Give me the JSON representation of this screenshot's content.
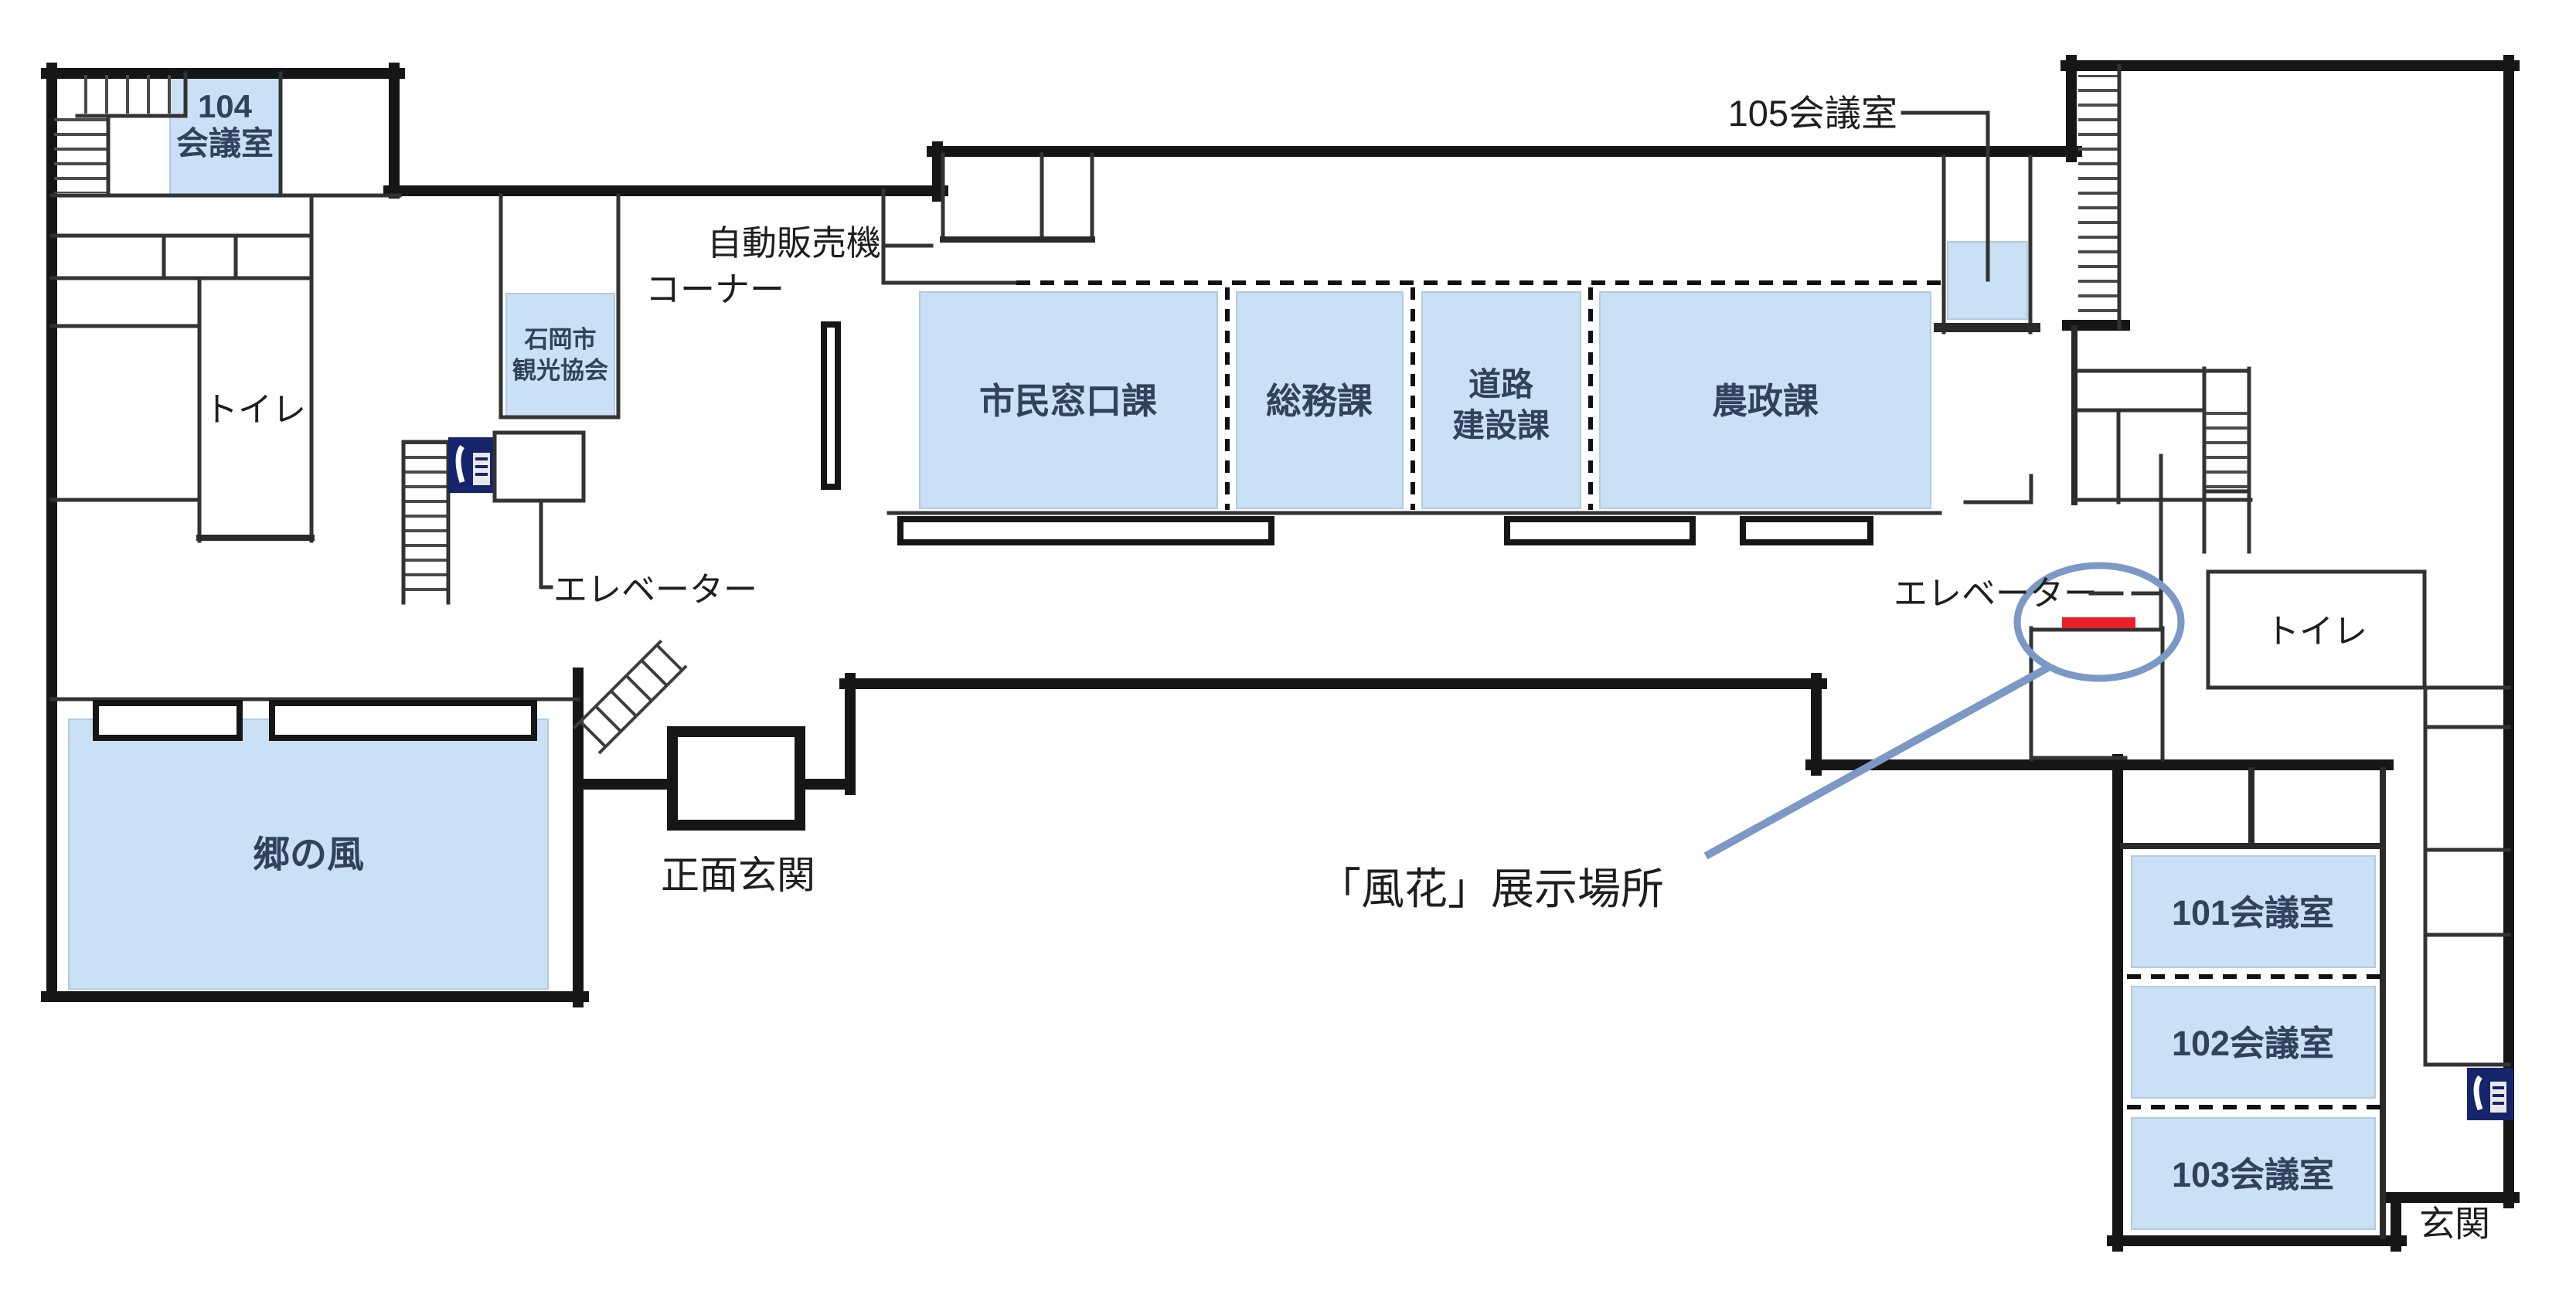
{
  "colors": {
    "room_fill": "#c9e0f5",
    "wall": "#161616",
    "red_marker": "#e8212a",
    "annotation_blue": "#7b98c6",
    "elevator_icon_blue": "#1d2d7a"
  },
  "rooms": {
    "room_104": {
      "line1": "104",
      "line2": "会議室"
    },
    "tourism_association": {
      "line1": "石岡市",
      "line2": "観光協会"
    },
    "toilet_left": "トイレ",
    "elevator_left": "エレベーター",
    "vending": {
      "line1": "自動販売機",
      "line2": "コーナー"
    },
    "departments": [
      {
        "lines": [
          "市民窓口課"
        ]
      },
      {
        "lines": [
          "総務課"
        ]
      },
      {
        "lines": [
          "道路",
          "建設課"
        ]
      },
      {
        "lines": [
          "農政課"
        ]
      }
    ],
    "room_105": "105会議室",
    "elevator_right": "エレベーター",
    "toilet_right": "トイレ",
    "sato_no_kaze": "郷の風",
    "front_entrance": "正面玄関",
    "room_101": "101会議室",
    "room_102": "102会議室",
    "room_103": "103会議室",
    "entrance": "玄関"
  },
  "annotation": {
    "label": "「風花」展示場所"
  }
}
